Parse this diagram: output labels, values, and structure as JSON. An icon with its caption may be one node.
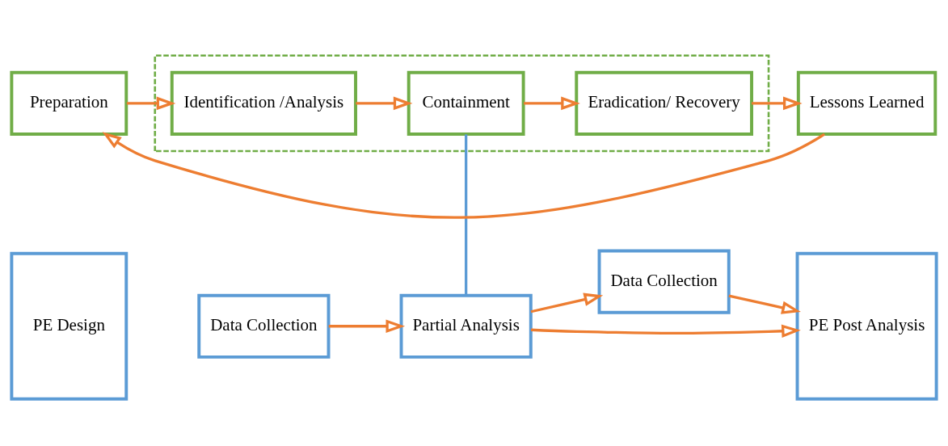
{
  "diagram": {
    "nodes": [
      {
        "text": [
          "Preparation"
        ]
      },
      {
        "text": [],
        "shape": "box"
      },
      {
        "text": [
          "Identification /Analysis"
        ],
        "in": 1
      },
      {
        "text": [
          "Containment"
        ],
        "in": 1
      },
      {
        "text": [
          "Eradication/ Recovery"
        ],
        "in": 1
      },
      {
        "text": [
          "Lessons Learned"
        ]
      },
      {
        "text": [
          "PE Design"
        ]
      },
      {
        "text": [
          "Data Collection"
        ]
      },
      {
        "text": [
          "Partial Analysis"
        ]
      },
      {
        "text": [
          "Data Collection"
        ]
      },
      {
        "text": [
          "PE Post Analysis"
        ]
      }
    ],
    "edges": [
      {
        "from": 0,
        "to": 2,
        "arrow": "to"
      },
      {
        "from": 2,
        "to": 3,
        "arrow": "to"
      },
      {
        "from": 3,
        "to": 4,
        "arrow": "to"
      },
      {
        "from": 4,
        "to": 5,
        "arrow": "to"
      },
      {
        "from": 5,
        "to": 0,
        "arrow": "to"
      },
      {
        "from": 3,
        "to": 8,
        "arrow": "none",
        "color": "#5b9bd5"
      },
      {
        "from": 7,
        "to": 8,
        "arrow": "to"
      },
      {
        "from": 8,
        "to": 9,
        "arrow": "to"
      },
      {
        "from": 9,
        "to": 10,
        "arrow": "to"
      },
      {
        "from": 8,
        "to": 10,
        "arrow": "to"
      }
    ]
  }
}
